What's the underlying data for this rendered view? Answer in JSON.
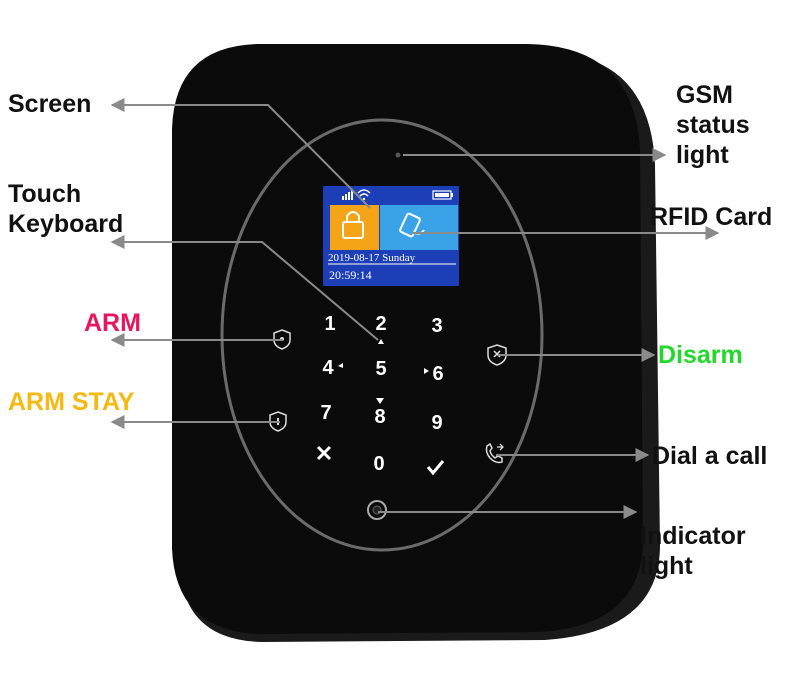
{
  "labels": {
    "screen": "Screen",
    "touch_keyboard": "Touch\nKeyboard",
    "arm": "ARM",
    "arm_stay": "ARM STAY",
    "gsm_status_light": "GSM\nstatus\nlight",
    "rfid_card": "RFID Card",
    "disarm": "Disarm",
    "dial_a_call": "Dial a call",
    "indicator_light": "Indicator\nlight"
  },
  "colors": {
    "arm": "#e8175d",
    "arm_stay": "#f5b90f",
    "disarm": "#22d82a",
    "text": "#111111",
    "device_body": "#0b0b0b",
    "screen_blue": "#1c3fb8",
    "tile_orange": "#f6a417",
    "tile_blue": "#3aa3e8"
  },
  "device": {
    "screen": {
      "date": "2019-08-17 Sunday",
      "time": "20:59:14",
      "icons": [
        "signal-icon",
        "wifi-icon",
        "battery-icon",
        "lock-icon",
        "rfid-card-icon"
      ]
    },
    "keypad": {
      "keys": [
        "1",
        "2",
        "3",
        "4",
        "5",
        "6",
        "7",
        "8",
        "9",
        "0"
      ],
      "symbols": [
        "cancel-icon",
        "confirm-icon"
      ]
    },
    "side_buttons": [
      "arm-icon",
      "arm-stay-icon",
      "disarm-icon",
      "dial-icon"
    ]
  }
}
